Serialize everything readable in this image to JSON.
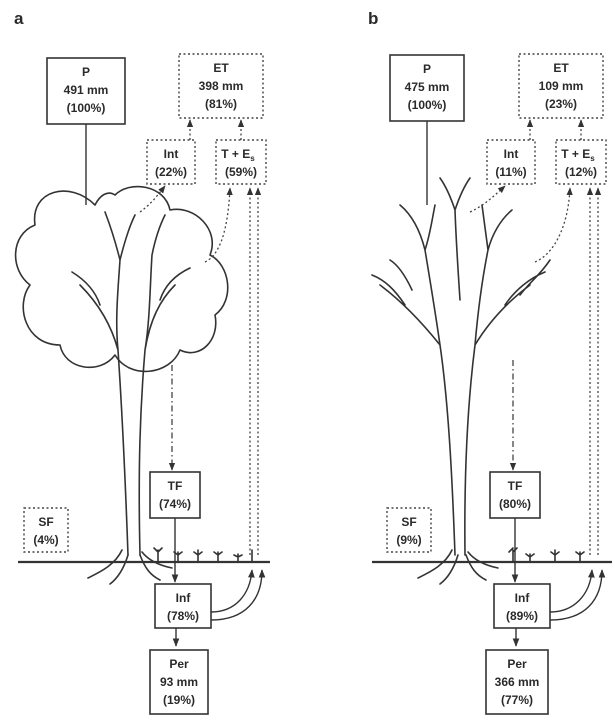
{
  "panel_a": {
    "letter": "a",
    "P": {
      "label": "P",
      "amount": "491 mm",
      "pct": "(100%)"
    },
    "ET": {
      "label": "ET",
      "amount": "398 mm",
      "pct": "(81%)"
    },
    "Int": {
      "label": "Int",
      "pct": "(22%)"
    },
    "TE": {
      "label": "T + E",
      "subscript": "s",
      "pct": "(59%)"
    },
    "TF": {
      "label": "TF",
      "pct": "(74%)"
    },
    "SF": {
      "label": "SF",
      "pct": "(4%)"
    },
    "Inf": {
      "label": "Inf",
      "pct": "(78%)"
    },
    "Per": {
      "label": "Per",
      "amount": "93 mm",
      "pct": "(19%)"
    }
  },
  "panel_b": {
    "letter": "b",
    "P": {
      "label": "P",
      "amount": "475 mm",
      "pct": "(100%)"
    },
    "ET": {
      "label": "ET",
      "amount": "109 mm",
      "pct": "(23%)"
    },
    "Int": {
      "label": "Int",
      "pct": "(11%)"
    },
    "TE": {
      "label": "T + E",
      "subscript": "s",
      "pct": "(12%)"
    },
    "TF": {
      "label": "TF",
      "pct": "(80%)"
    },
    "SF": {
      "label": "SF",
      "pct": "(9%)"
    },
    "Inf": {
      "label": "Inf",
      "pct": "(89%)"
    },
    "Per": {
      "label": "Per",
      "amount": "366 mm",
      "pct": "(77%)"
    }
  },
  "icons": {
    "tree_a": "leafy-tree-icon",
    "tree_b": "leafless-tree-icon",
    "understory": "seedling-icon",
    "arrow": "arrow-icon"
  }
}
